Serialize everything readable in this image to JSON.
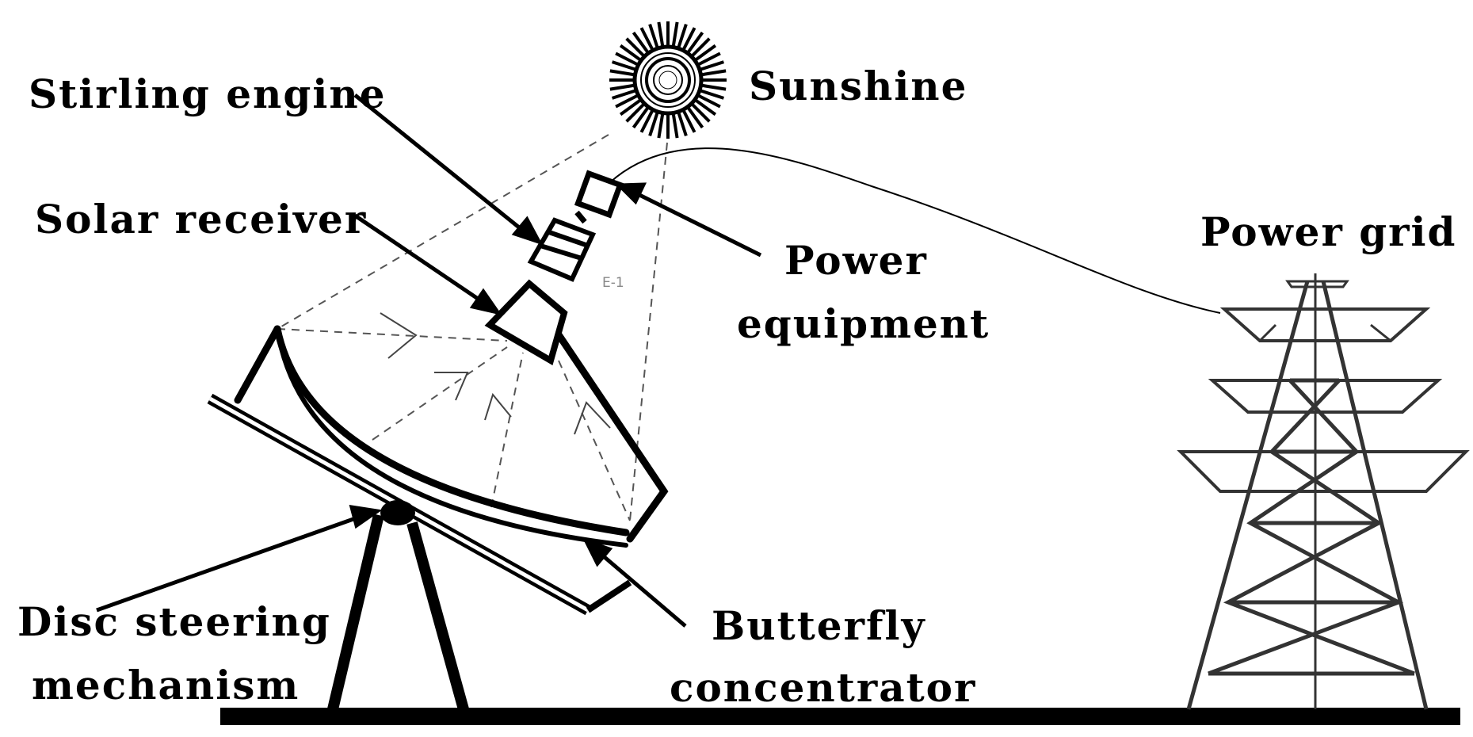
{
  "labels": {
    "stirling_engine": "Stirling engine",
    "solar_receiver": "Solar receiver",
    "sunshine": "Sunshine",
    "power_equipment_1": "Power",
    "power_equipment_2": "equipment",
    "power_grid": "Power grid",
    "disc_steering_1": "Disc steering",
    "disc_steering_2": "mechanism",
    "butterfly_1": "Butterfly",
    "butterfly_2": "concentrator",
    "small_code": "E-1"
  },
  "colors": {
    "ink": "#000000",
    "dash": "#555555",
    "tower": "#333333"
  }
}
